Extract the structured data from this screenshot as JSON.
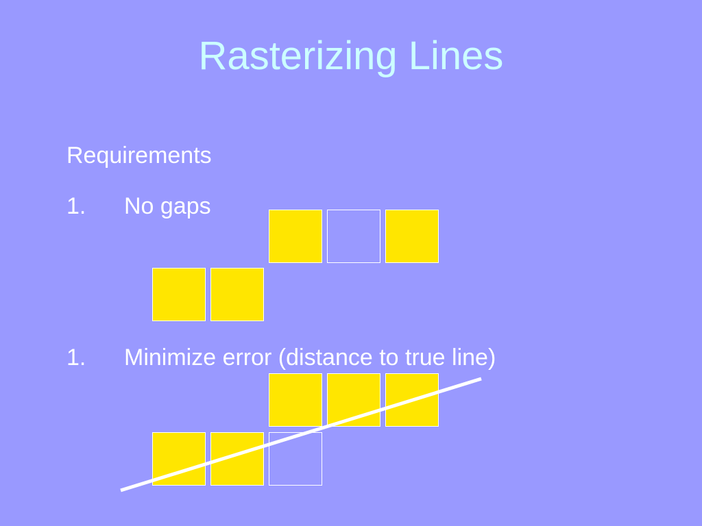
{
  "slide": {
    "title": "Rasterizing Lines",
    "heading": "Requirements",
    "items": [
      {
        "number": "1.",
        "text": "No gaps"
      },
      {
        "number": "1.",
        "text": "Minimize error (distance to true line)"
      }
    ]
  },
  "figures": {
    "no_gaps": {
      "row_top": [
        "filled",
        "empty",
        "filled"
      ],
      "row_bottom": [
        "filled",
        "filled"
      ]
    },
    "minimize_error": {
      "row_top": [
        "filled",
        "filled",
        "filled"
      ],
      "row_bottom": [
        "filled",
        "filled",
        "empty"
      ],
      "has_true_line": true
    }
  },
  "colors": {
    "background": "#9999ff",
    "title": "#ccffff",
    "text": "#ffffff",
    "pixel_fill": "#ffe600",
    "pixel_border": "#ffffff",
    "true_line": "#ffffff"
  }
}
